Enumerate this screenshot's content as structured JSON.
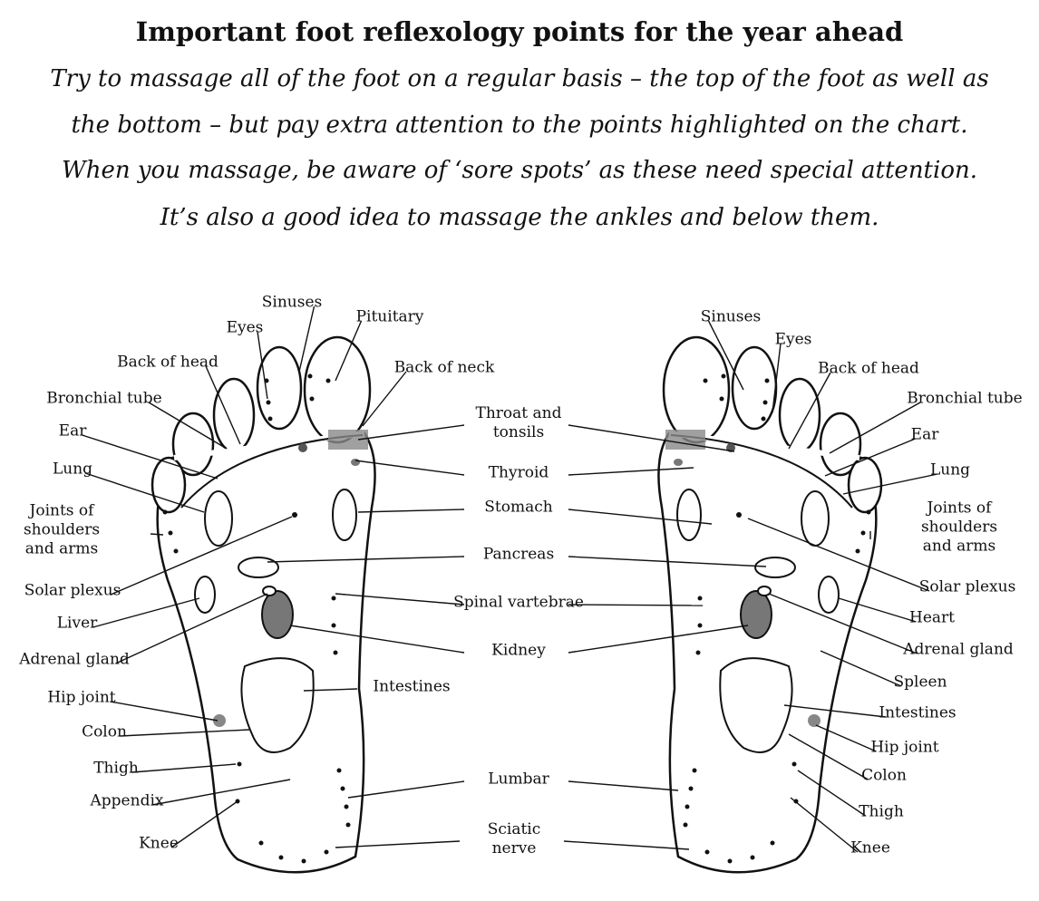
{
  "title": "Important foot reflexology points for the year ahead",
  "intro_lines": [
    "Try to massage all of the foot on a regular basis – the top of the foot as well as",
    "the bottom – but pay extra attention to the points highlighted on the chart.",
    "When you massage, be aware of ‘sore spots’ as these need special attention.",
    "It’s also a good idea to massage the ankles and below them."
  ],
  "left_labels": [
    "Sinuses",
    "Eyes",
    "Pituitary",
    "Back of head",
    "Back of neck",
    "Bronchial tube",
    "Ear",
    "Lung",
    "Joints of\nshoulders\nand arms",
    "Solar plexus",
    "Liver",
    "Adrenal gland",
    "Hip joint",
    "Colon",
    "Thigh",
    "Appendix",
    "Knee"
  ],
  "center_labels": [
    "Throat and\ntonsils",
    "Thyroid",
    "Stomach",
    "Pancreas",
    "Spinal vartebrae",
    "Kidney",
    "Intestines",
    "Lumbar",
    "Sciatic\nnerve"
  ],
  "right_labels": [
    "Sinuses",
    "Eyes",
    "Back of head",
    "Bronchial tube",
    "Ear",
    "Lung",
    "Joints of\nshoulders\nand arms",
    "Solar plexus",
    "Heart",
    "Adrenal gland",
    "Spleen",
    "Intestines",
    "Hip joint",
    "Colon",
    "Thigh",
    "Knee"
  ]
}
